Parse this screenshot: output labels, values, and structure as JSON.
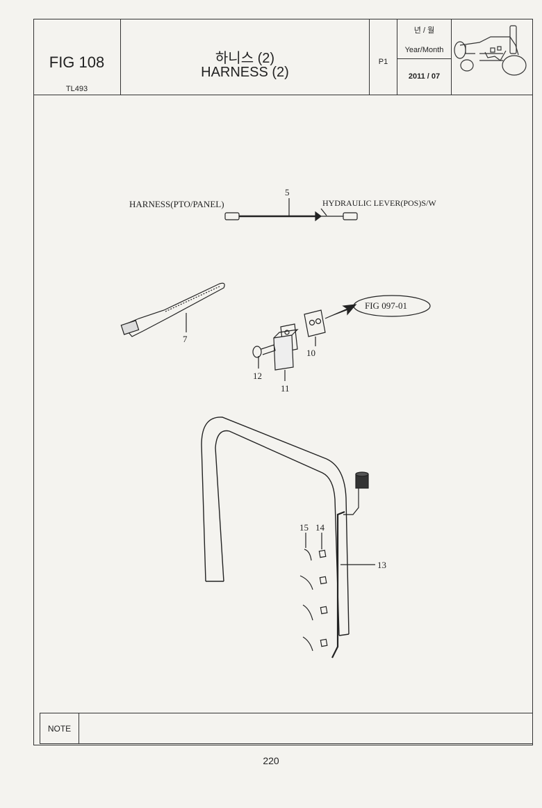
{
  "header": {
    "figure": "FIG 108",
    "model": "TL493",
    "title_korean": "하니스 (2)",
    "title_english": "HARNESS (2)",
    "page": "P1",
    "date_label_korean": "년 / 월",
    "date_label_english": "Year/Month",
    "date_value": "2011 / 07",
    "thumbnail_icon": "tractor-thumbnail-icon"
  },
  "diagram": {
    "harness_left_label": "HARNESS(PTO/PANEL)",
    "harness_right_label": "HYDRAULIC LEVER(POS)S/W",
    "ref_figure": "FIG 097-01",
    "callouts": {
      "c5": "5",
      "c7": "7",
      "c10": "10",
      "c11": "11",
      "c12": "12",
      "c13": "13",
      "c14": "14",
      "c15": "15"
    }
  },
  "footer": {
    "note_label": "NOTE",
    "note_text": "",
    "page_number": "220"
  }
}
